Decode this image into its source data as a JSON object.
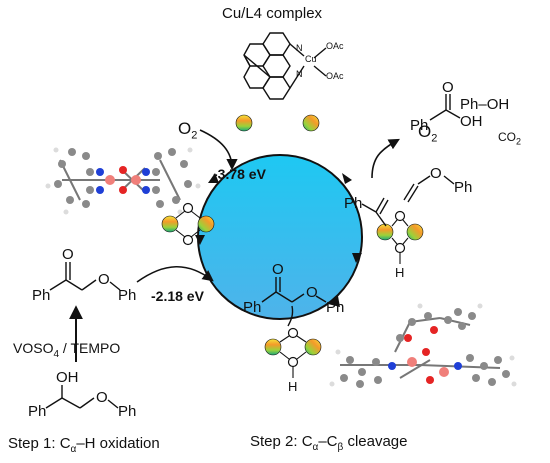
{
  "title": "Cu/L4 complex",
  "ligand_labels": {
    "cu": "Cu",
    "n": "N",
    "oac": "OAc"
  },
  "o2_label": "O",
  "o2_sub": "2",
  "co2_label": "CO",
  "co2_sub": "2",
  "phenol_label": "Ph–OH",
  "energy_1": "-3.78 eV",
  "energy_2": "-2.18 eV",
  "reagents": {
    "prefix": "VOSO",
    "sub": "4",
    "suffix": " / TEMPO"
  },
  "step1": {
    "prefix": "Step 1: C",
    "sub": "α",
    "suffix": "–H oxidation"
  },
  "step2": {
    "prefix": "Step 2: C",
    "sub1": "α",
    "mid": "–C",
    "sub2": "β",
    "suffix": " cleavage"
  },
  "atoms": {
    "ph": "Ph",
    "o": "O",
    "oh": "OH",
    "h": "H"
  },
  "colors": {
    "circle_top": "#1ec8f2",
    "circle_bottom": "#55b6e8",
    "copper": "#f07f7a",
    "nitrogen": "#1f3fd6",
    "oxygen": "#e52424",
    "carbon": "#8a8a8a"
  }
}
